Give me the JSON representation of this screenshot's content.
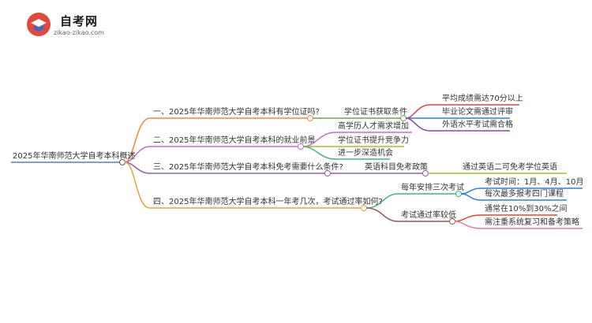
{
  "brand": {
    "title": "自考网",
    "url": "zikao-zikao.com"
  },
  "mindmap": {
    "root": "2025年华南师范大学自考本科概述",
    "branches": [
      {
        "label": "一、2025年华南师范大学自考本科有学位证吗?",
        "color": "#f08a3c",
        "mid": {
          "label": "学位证书获取条件",
          "color": "#6aa84f"
        },
        "leaves": [
          {
            "label": "平均成绩需达70分以上",
            "color": "#e0463a"
          },
          {
            "label": "毕业论文需通过评审",
            "color": "#2b7de9"
          },
          {
            "label": "外语水平考试需合格",
            "color": "#8e44ad"
          }
        ]
      },
      {
        "label": "二、2025年华南师范大学自考本科的就业前景",
        "color": "#c46fd1",
        "leaves": [
          {
            "label": "高学历人才需求增加",
            "color": "#c46fd1"
          },
          {
            "label": "学位证书提升竞争力",
            "color": "#b5b82d"
          },
          {
            "label": "进一步深造机会",
            "color": "#3bb58a"
          }
        ]
      },
      {
        "label": "三、2025年华南师范大学自考本科免考需要什么条件?",
        "color": "#8e5cc9",
        "mid": {
          "label": "英语科目免考政策",
          "color": "#8e5cc9"
        },
        "leaves": [
          {
            "label": "通过英语二可免考学位英语",
            "color": "#b5b82d"
          }
        ]
      },
      {
        "label": "四、2025年华南师范大学自考本科一年考几次，考试通过率如何?",
        "color": "#e8a23a",
        "mids": [
          {
            "label": "每年安排三次考试",
            "color": "#3bb58a",
            "leaves": [
              {
                "label": "考试时间：1月、4月、10月",
                "color": "#2b7de9"
              },
              {
                "label": "每次最多报考四门课程",
                "color": "#2b7de9"
              }
            ]
          },
          {
            "label": "考试通过率较低",
            "color": "#8d5b4c",
            "leaves": [
              {
                "label": "通常在10%到30%之间",
                "color": "#e0463a"
              },
              {
                "label": "需注重系统复习和备考策略",
                "color": "#e87aa8"
              }
            ]
          }
        ]
      }
    ]
  }
}
